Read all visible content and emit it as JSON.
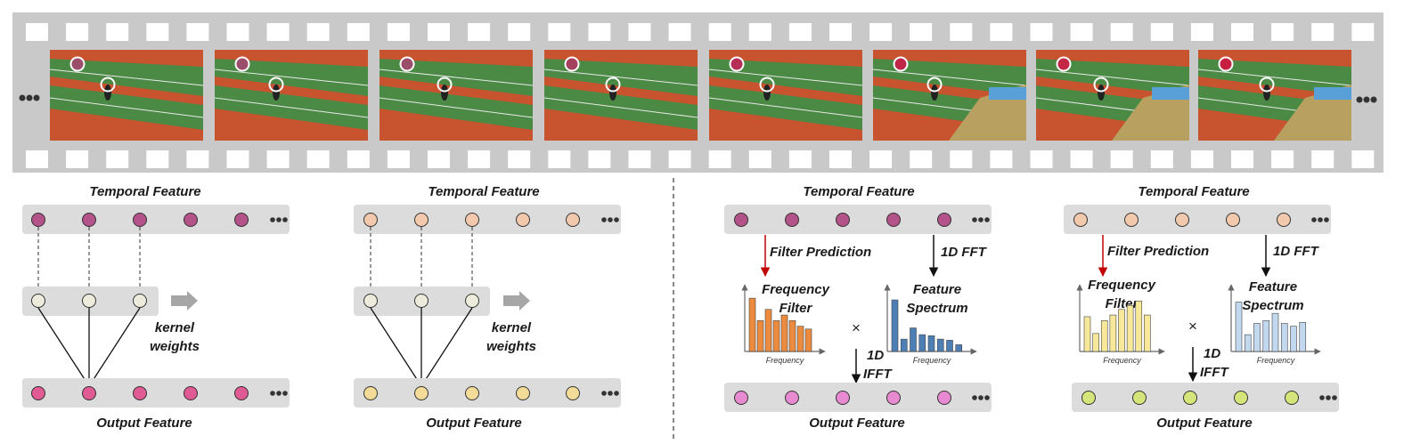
{
  "colors": {
    "film": "#c9c9c9",
    "row_bg": "#dcdcdc",
    "purple_node": "#b4528a",
    "peach_node": "#f2c9ad",
    "light_node": "#ecebdc",
    "pink_node": "#e05a94",
    "yellow_node": "#f3dc98",
    "magenta_node": "#e88ad2",
    "lime_node": "#d6e57a",
    "orange_bar": "#ec8b3e",
    "blue_bar": "#4d7fb5",
    "yellow_bar": "#f7e89a",
    "lightblue_bar": "#c2d8ee",
    "red_arrow": "#c00000"
  },
  "icons": [
    "film-strip",
    "frame-thumbnail",
    "tracking-circle",
    "ellipsis-icon",
    "arrow-right-icon",
    "arrow-down-icon",
    "multiply-icon"
  ],
  "panels": [
    {
      "top_label": "Temporal Feature",
      "middle_label": "kernel\nweights",
      "bottom_label": "Output Feature",
      "filter_values": [],
      "spectrum_values": []
    },
    {
      "top_label": "Temporal Feature",
      "middle_label": "kernel\nweights",
      "bottom_label": "Output Feature",
      "filter_values": [],
      "spectrum_values": []
    },
    {
      "top_label": "Temporal Feature",
      "filter_pred_label": "Filter Prediction",
      "fft_label": "1D FFT",
      "filter_title": "Frequency\nFilter",
      "spectrum_title": "Feature\nSpectrum",
      "axis_label": "Frequency",
      "multiply": "×",
      "ifft_label": "1D\nIFFT",
      "bottom_label": "Output Feature",
      "filter_values": [
        0.95,
        0.55,
        0.75,
        0.55,
        0.65,
        0.55,
        0.45,
        0.4
      ],
      "spectrum_values": [
        0.92,
        0.22,
        0.42,
        0.3,
        0.28,
        0.22,
        0.2,
        0.12
      ]
    },
    {
      "top_label": "Temporal Feature",
      "filter_pred_label": "Filter Prediction",
      "fft_label": "1D FFT",
      "filter_title": "Frequency\nFilter",
      "spectrum_title": "Feature\nSpectrum",
      "axis_label": "Frequency",
      "multiply": "×",
      "ifft_label": "1D\nIFFT",
      "bottom_label": "Output Feature",
      "filter_values": [
        0.62,
        0.32,
        0.55,
        0.65,
        0.75,
        0.82,
        0.9,
        0.65
      ],
      "spectrum_values": [
        0.88,
        0.3,
        0.5,
        0.55,
        0.68,
        0.5,
        0.45,
        0.52
      ]
    }
  ]
}
